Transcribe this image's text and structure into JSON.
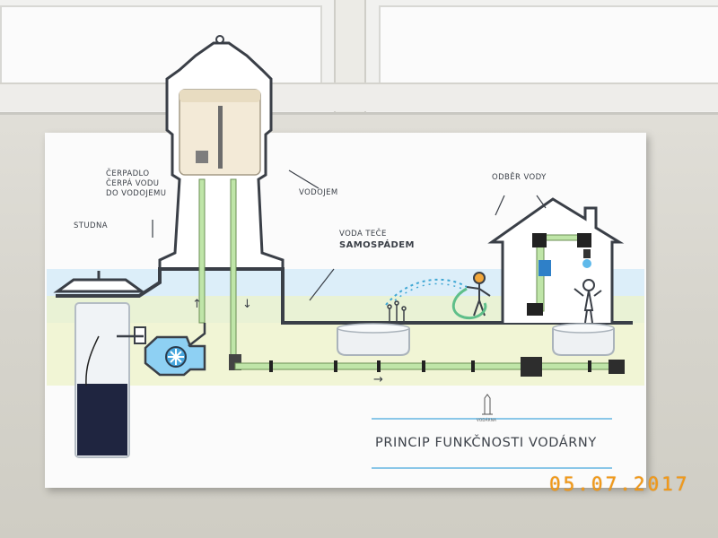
{
  "board": {
    "title": "PRINCIP FUNKČNOSTI VODÁRNY",
    "brand_text": "VODÁRNA",
    "labels": {
      "studna": "STUDNA",
      "cerpadlo": "ČERPADLO\nČERPÁ VODU\nDO VODOJEMU",
      "vodojem": "VODOJEM",
      "voda_tece": "VODA TEČE",
      "samospadem": "SAMOSPÁDEM",
      "odber_vody": "ODBĚR VODY"
    },
    "arrows": {
      "up": "↑",
      "down": "↓",
      "right": "→"
    }
  },
  "photo": {
    "date_stamp": "05.07.2017"
  },
  "colors": {
    "wall": "#d6d4cc",
    "board": "#fbfbfb",
    "outline": "#3a3f47",
    "sky_fill": "#dceef9",
    "ground_fill": "#eef3c8",
    "pipe_green": "#bfe5a8",
    "pump_blue": "#49a7de",
    "dark_water": "#1f2540",
    "date_orange": "#f29a19"
  }
}
